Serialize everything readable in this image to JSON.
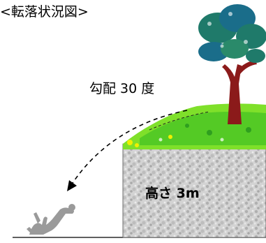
{
  "diagram": {
    "title": "<転落状況図>",
    "slope_label": "勾配 30 度",
    "wall_label": "高さ 3m"
  },
  "colors": {
    "wall": "#c8c8c8",
    "wall_speckle": "#a9a9a9",
    "grass_light": "#8ef02a",
    "grass_dark": "#3fbf1f",
    "grass_yellow": "#f0f000",
    "tree_trunk": "#8b1a1a",
    "tree_leaves": "#1f7a6a",
    "figure": "#9a9a9a"
  },
  "icons": [
    "tree-icon",
    "falling-person-icon"
  ]
}
